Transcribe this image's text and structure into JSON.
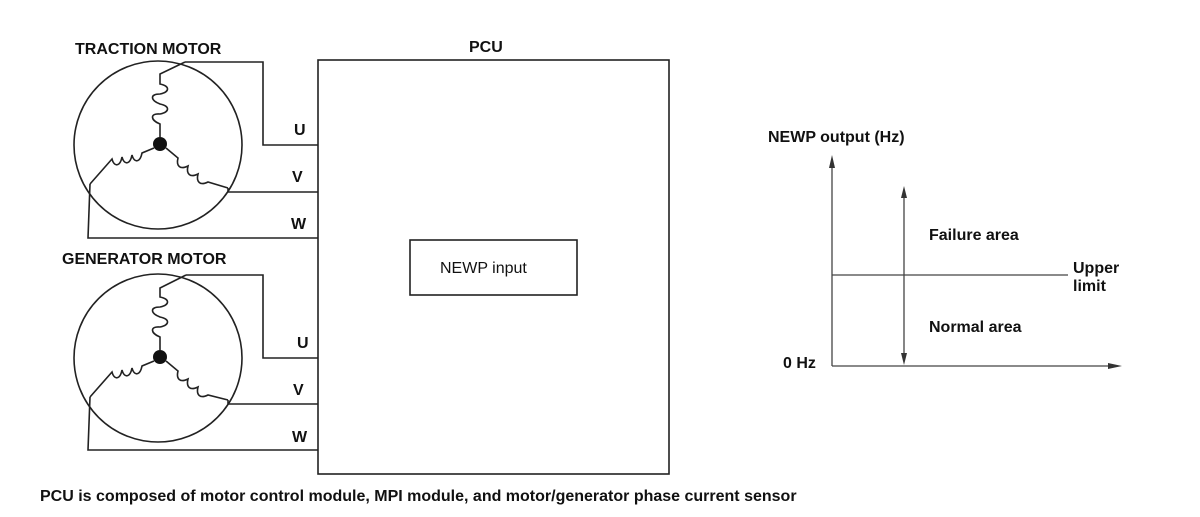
{
  "traction_motor": {
    "title": "TRACTION MOTOR",
    "phases": {
      "u": "U",
      "v": "V",
      "w": "W"
    }
  },
  "generator_motor": {
    "title": "GENERATOR MOTOR",
    "phases": {
      "u": "U",
      "v": "V",
      "w": "W"
    }
  },
  "pcu": {
    "title": "PCU",
    "input_label": "NEWP input"
  },
  "graph": {
    "y_label": "NEWP output (Hz)",
    "origin_label": "0 Hz",
    "failure_label": "Failure area",
    "normal_label": "Normal area",
    "limit_label_line1": "Upper",
    "limit_label_line2": "limit"
  },
  "caption": "PCU is composed of motor control module, MPI module, and motor/generator phase current sensor"
}
